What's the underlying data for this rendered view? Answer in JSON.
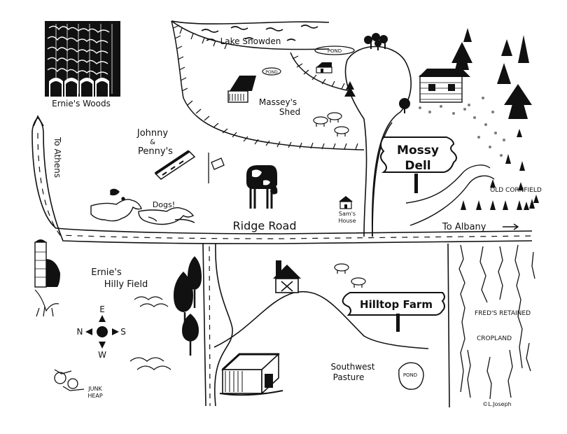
{
  "labels": {
    "ernies_woods": "Ernie's Woods",
    "lake_snowden": "Lake Snowden",
    "pond_north": "POND",
    "pond_small": "POND",
    "masseys_shed_1": "Massey's",
    "masseys_shed_2": "Shed",
    "johnny_1": "Johnny",
    "johnny_2": "&",
    "johnny_3": "Penny's",
    "to_athens": "To Athens",
    "dogs": "Dogs!",
    "ridge_road": "Ridge Road",
    "sams_1": "Sam's",
    "sams_2": "House",
    "to_albany": "To Albany",
    "mossy_1": "Mossy",
    "mossy_2": "Dell",
    "old_cornfield": "OLD CORNFIELD",
    "ernies_hilly_1": "Ernie's",
    "ernies_hilly_2": "Hilly Field",
    "hilltop_farm": "Hilltop Farm",
    "freds_1": "FRED'S RETAINED",
    "freds_2": "CROPLAND",
    "southwest_1": "Southwest",
    "southwest_2": "Pasture",
    "pond_south": "POND",
    "junk_1": "JUNK",
    "junk_2": "HEAP",
    "credit": "©L.Joseph"
  },
  "compass": {
    "north": "N",
    "south": "S",
    "east": "E",
    "west": "W"
  },
  "colors": {
    "ink": "#111111",
    "paper": "#ffffff"
  }
}
